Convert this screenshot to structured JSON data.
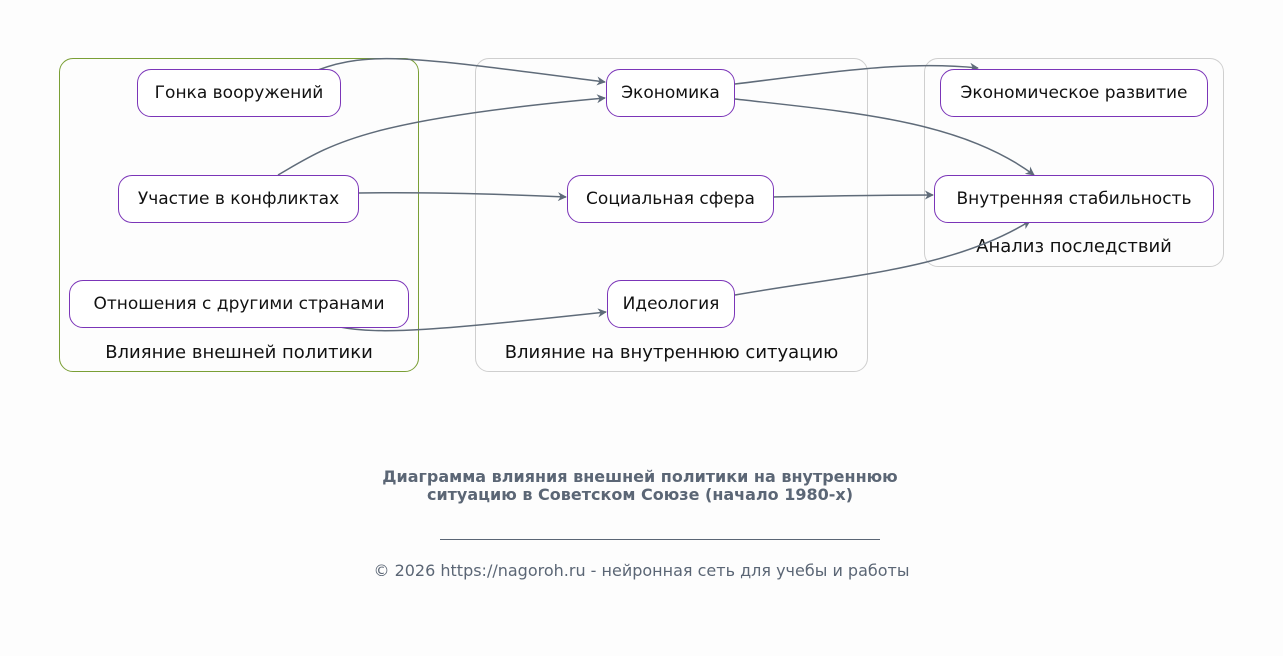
{
  "diagram": {
    "clusters": {
      "foreign": {
        "label": "Влияние внешней политики"
      },
      "domestic": {
        "label": "Влияние на внутреннюю ситуацию"
      },
      "analysis": {
        "label": "Анализ последствий"
      }
    },
    "nodes": {
      "arms_race": "Гонка вооружений",
      "conflicts": "Участие в конфликтах",
      "relations": "Отношения с другими странами",
      "economy": "Экономика",
      "social": "Социальная сфера",
      "ideology": "Идеология",
      "econ_dev": "Экономическое развитие",
      "stability": "Внутренняя стабильность"
    },
    "edges": [
      {
        "from": "Гонка вооружений",
        "to": "Экономика"
      },
      {
        "from": "Участие в конфликтах",
        "to": "Экономика"
      },
      {
        "from": "Участие в конфликтах",
        "to": "Социальная сфера"
      },
      {
        "from": "Отношения с другими странами",
        "to": "Идеология"
      },
      {
        "from": "Экономика",
        "to": "Экономическое развитие"
      },
      {
        "from": "Экономика",
        "to": "Внутренняя стабильность"
      },
      {
        "from": "Социальная сфера",
        "to": "Внутренняя стабильность"
      },
      {
        "from": "Идеология",
        "to": "Внутренняя стабильность"
      }
    ],
    "colors": {
      "node_border": "#7b35b8",
      "foreign_cluster_border": "#7a9f35",
      "cluster_border": "#cfcfcf",
      "edge": "#5f6b79",
      "footer_text": "#5b6675"
    }
  },
  "footer": {
    "title": "Диаграмма влияния внешней политики на внутреннюю ситуацию в Советском Союзе (начало 1980-х)",
    "copyright": "© 2026 https://nagoroh.ru - нейронная сеть для учебы и работы"
  }
}
